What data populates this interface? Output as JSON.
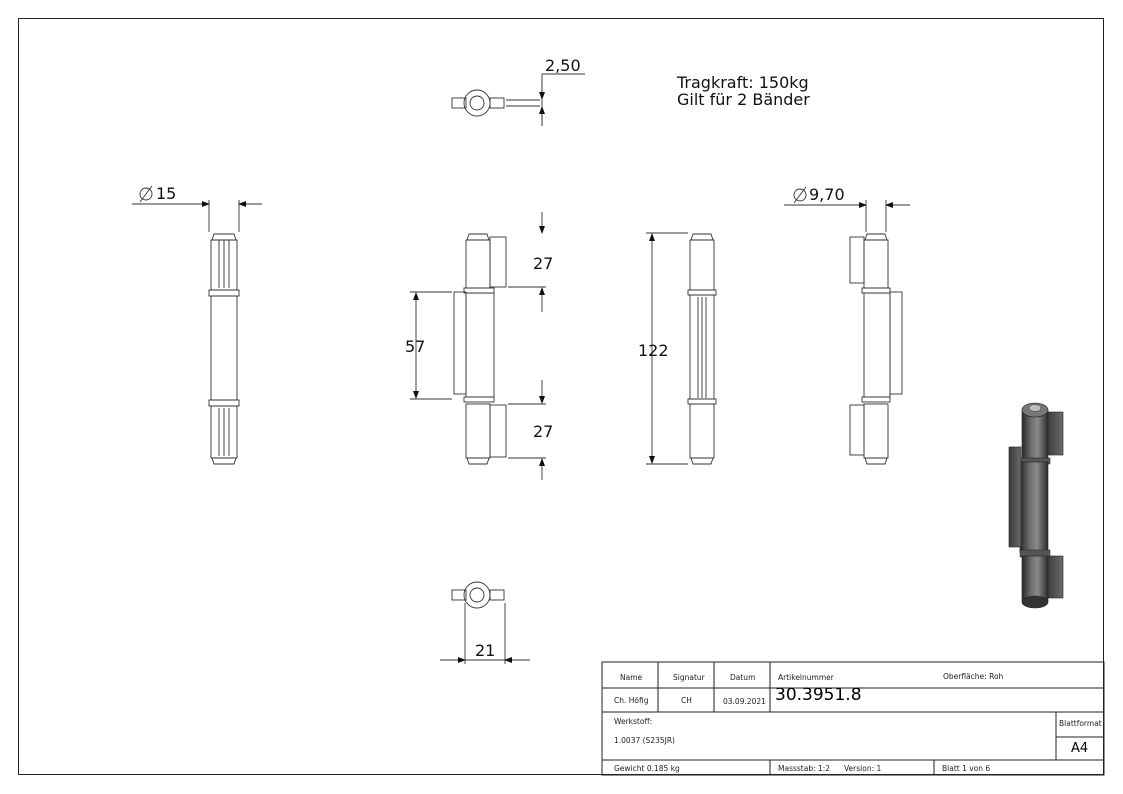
{
  "dimensions": {
    "wall": "2,50",
    "diameter_pin": "15",
    "diameter_inner": "9,70",
    "segment_top": "27",
    "segment_mid": "57",
    "segment_bottom": "27",
    "total_length": "122",
    "width_bottom": "21"
  },
  "notes": {
    "line1": "Tragkraft: 150kg",
    "line2": "Gilt für 2 Bänder"
  },
  "title_block": {
    "name_label": "Name",
    "signatur_label": "Signatur",
    "datum_label": "Datum",
    "artikel_label": "Artikelnummer",
    "oberflaeche": "Oberfläche:  Roh",
    "name": "Ch. Höfig",
    "signatur": "CH",
    "datum": "03.09.2021",
    "artikelnummer": "30.3951.8",
    "werkstoff_label": "Werkstoff:",
    "werkstoff": "1.0037 (S235JR)",
    "blattformat_label": "Blattformat",
    "blattformat": "A4",
    "gewicht": "Gewicht 0.185 kg",
    "massstab": "Massstab: 1:2",
    "version": "Version: 1",
    "blatt": "Blatt 1 von 6"
  }
}
